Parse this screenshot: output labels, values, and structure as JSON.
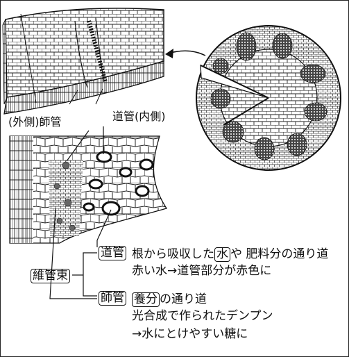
{
  "labels": {
    "phloem_outer": "(外側)師管",
    "xylem_inner": "道管(内側)"
  },
  "legend": {
    "bundle": "維管束",
    "xylem": {
      "term": "道管",
      "line1_pre": "根から吸収した",
      "line1_box": "水",
      "line1_post": "や 肥料分の通り道",
      "line2": "赤い水→道管部分が赤色に"
    },
    "phloem": {
      "term": "師管",
      "line1_box": "養分",
      "line1_post": "の通り道",
      "line2": "光合成で作られたデンプン",
      "line3": "→水にとけやすい糖に"
    }
  },
  "colors": {
    "ink": "#111111",
    "background": "#ffffff"
  }
}
